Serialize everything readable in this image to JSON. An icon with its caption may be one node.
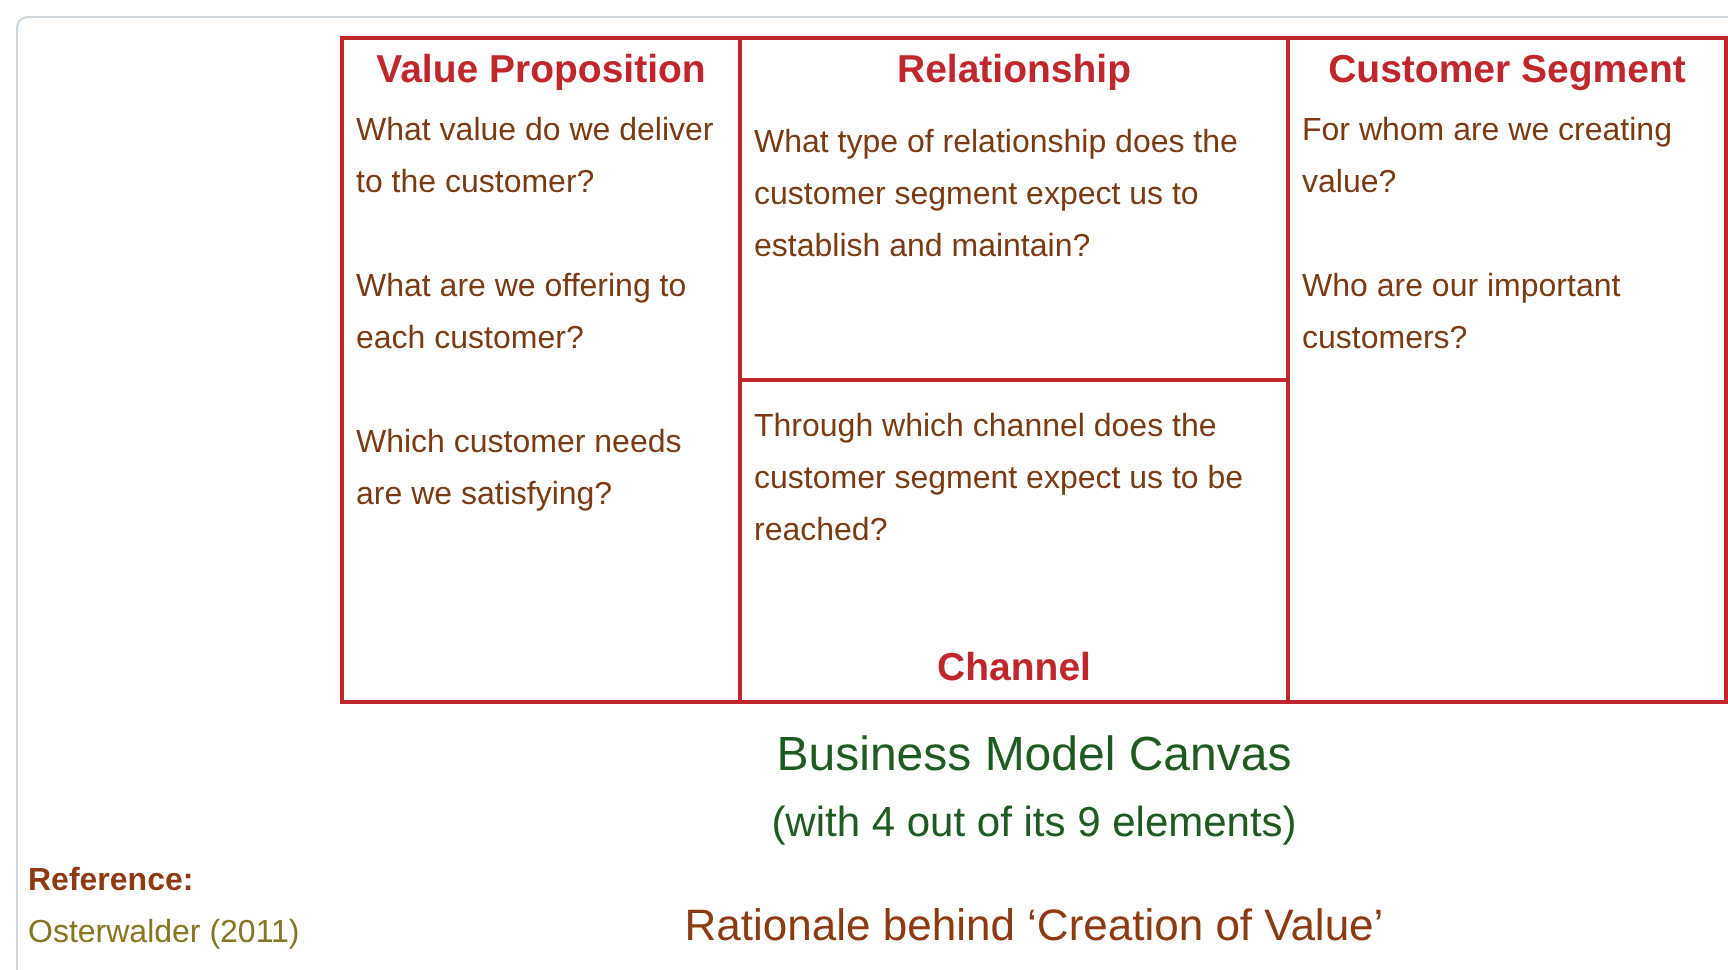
{
  "diagram": {
    "title": "Business Model Canvas",
    "caption": "Rationale behind ‘Creation of Value’",
    "nodes": [
      {
        "text": [
          "Value Proposition",
          "What value do we deliver to the customer?",
          "What are we offering to each customer?",
          "Which customer needs are we satisfying?"
        ]
      },
      {
        "text": [
          "Relationship",
          "What type of relationship does the customer segment expect us to establish and maintain?"
        ]
      },
      {
        "text": [
          "Customer Segment",
          "For whom are we creating value?",
          "Who are our important customers?"
        ]
      },
      {
        "text": [
          "Through which channel does the customer segment expect us to be reached?",
          "Channel"
        ]
      }
    ],
    "labels": [
      "(with 4 out of its 9 elements)",
      "Reference:",
      "Osterwalder (2011)"
    ]
  }
}
